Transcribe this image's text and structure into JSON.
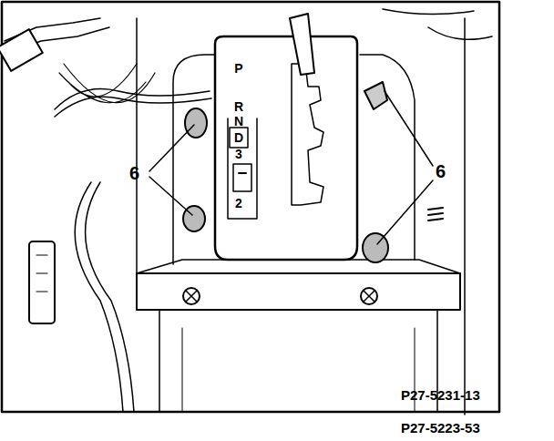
{
  "diagram": {
    "labels": [
      "P",
      "R",
      "N",
      "D",
      "3",
      "2",
      "6",
      "6",
      "P27-5231-13",
      "P27-5223-53"
    ]
  }
}
